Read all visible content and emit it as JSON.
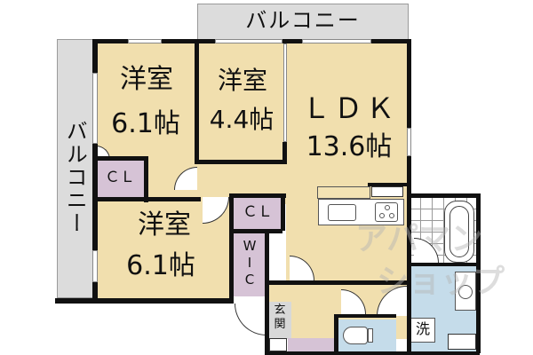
{
  "floorplan": {
    "balcony_top": {
      "label": "バルコニー"
    },
    "balcony_left": {
      "label": "バルコニー"
    },
    "rooms": [
      {
        "id": "western-room-1",
        "name": "洋室",
        "size": "6.1帖"
      },
      {
        "id": "western-room-2",
        "name": "洋室",
        "size": "4.4帖"
      },
      {
        "id": "ldk",
        "name": "ＬＤＫ",
        "size": "13.6帖"
      },
      {
        "id": "western-room-3",
        "name": "洋室",
        "size": "6.1帖"
      }
    ],
    "closets": [
      {
        "id": "closet-1",
        "label": "ＣＬ"
      },
      {
        "id": "closet-2",
        "label": "ＣＬ"
      },
      {
        "id": "walk-in-closet",
        "label": "W\nI\nC"
      }
    ],
    "entrance": {
      "label": "玄\n関"
    },
    "laundry": {
      "label": "洗"
    },
    "watermark": {
      "line1": "アパマン",
      "line2": "ショップ"
    },
    "colors": {
      "floor": "#f1dfae",
      "balcony": "#dcdcdc",
      "closet": "#d6c3d6",
      "wet_area": "#c5dcea",
      "wall": "#111111"
    }
  }
}
